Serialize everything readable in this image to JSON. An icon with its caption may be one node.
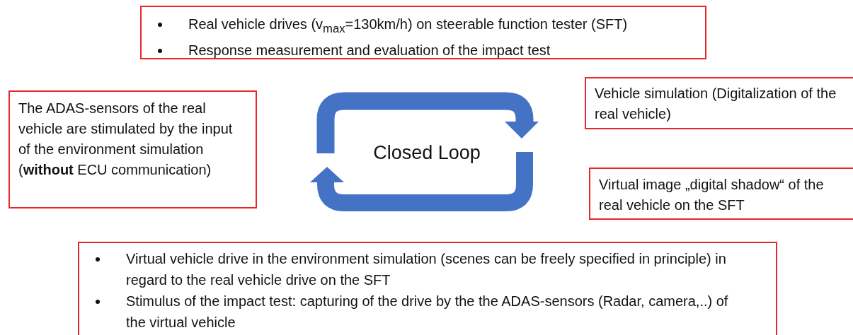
{
  "diagram": {
    "nodes": [
      {
        "text": [
          "Real vehicle drives (v$_{max}$=130km/h) on steerable function tester (SFT)",
          "Response measurement and evaluation of the impact test"
        ]
      },
      {
        "text": [
          "The ADAS-sensors of the real vehicle are stimulated by the input of the environment simulation (**without** ECU communication)"
        ]
      },
      {
        "text": [
          "Vehicle simulation (Digitalization of the real vehicle)"
        ]
      },
      {
        "text": [
          "Virtual image „digital shadow“ of the real vehicle on the SFT"
        ]
      },
      {
        "text": [
          "Virtual vehicle drive in the environment simulation (scenes can be freely specified in principle) in regard to the real vehicle drive on the SFT",
          "Stimulus of the impact test: capturing of the drive by the the ADAS-sensors (Radar, camera,..) of the virtual vehicle"
        ]
      }
    ],
    "edges": [],
    "labels": [
      "Closed Loop"
    ]
  }
}
